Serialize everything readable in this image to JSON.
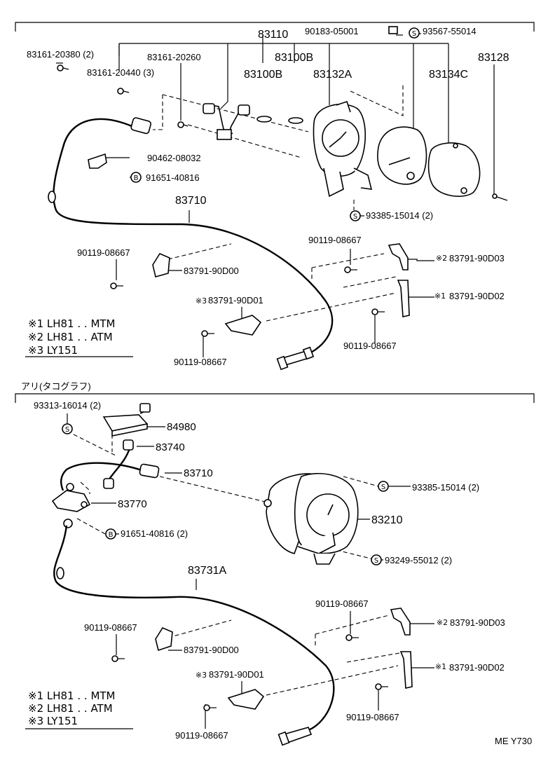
{
  "top": {
    "labels": {
      "p83110": "83110",
      "p90183": "90183-05001",
      "p93567": "93567-55014",
      "p83161a": "83161-20380 (2)",
      "p83161c": "83161-20260",
      "p83100b1": "83100B",
      "p83128": "83128",
      "p83161b": "83161-20440 (3)",
      "p83100b2": "83100B",
      "p83132a": "83132A",
      "p83134c": "83134C",
      "p90462": "90462-08032",
      "p91651": "91651-40816",
      "p83710": "83710",
      "p93385": "93385-15014 (2)",
      "p90119a": "90119-08667",
      "p90119b": "90119-08667",
      "p83791d3": "83791-90D03",
      "p83791d0": "83791-90D00",
      "p83791d1": "83791-90D01",
      "p83791d2": "83791-90D02",
      "p90119c": "90119-08667",
      "p90119d": "90119-08667"
    },
    "marks": {
      "m1": "※1",
      "m2": "※2",
      "m3": "※3"
    },
    "notes": {
      "n1": "※1 LH81 . . MTM",
      "n2": "※2 LH81 . . ATM",
      "n3": "※3 LY151"
    }
  },
  "bottom": {
    "section_title": "アリ(タコグラフ)",
    "labels": {
      "p93313": "93313-16014 (2)",
      "p84980": "84980",
      "p83740": "83740",
      "p83710": "83710",
      "p93385": "93385-15014 (2)",
      "p83770": "83770",
      "p83210": "83210",
      "p91651": "91651-40816 (2)",
      "p93249": "93249-55012 (2)",
      "p83731a": "83731A",
      "p90119a": "90119-08667",
      "p90119b": "90119-08667",
      "p83791d3": "83791-90D03",
      "p83791d0": "83791-90D00",
      "p83791d1": "83791-90D01",
      "p83791d2": "83791-90D02",
      "p90119c": "90119-08667",
      "p90119d": "90119-08667"
    },
    "marks": {
      "m1": "※1",
      "m2": "※2",
      "m3": "※3"
    },
    "notes": {
      "n1": "※1 LH81 . . MTM",
      "n2": "※2 LH81 . . ATM",
      "n3": "※3 LY151"
    }
  },
  "symbols": {
    "screw": "S",
    "bolt": "B"
  },
  "footer": {
    "code": "ME Y730"
  }
}
